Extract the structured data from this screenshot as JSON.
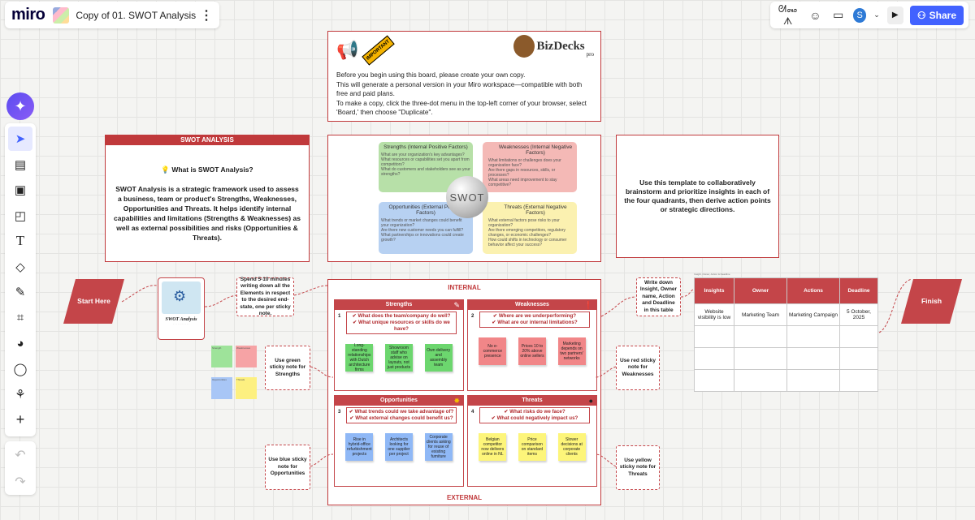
{
  "app": {
    "logo": "miro",
    "board_title": "Copy of 01. SWOT Analysis",
    "menu_icon": "⋮"
  },
  "toprightbar": {
    "reactions_label": "ᘛ꘏ᗑ",
    "share_label": "Share",
    "avatar_initial": "S"
  },
  "intro": {
    "important_label": "IMPORTANT",
    "brand": "BizDecks",
    "brand_sub": "pro",
    "lines": [
      "Before you begin using this board, please create your own copy.",
      "This will generate a personal version in your Miro workspace—compatible with both free and paid plans.",
      "To make a copy, click the three-dot menu in the top-left corner of your browser, select 'Board,' then choose \"Duplicate\"."
    ]
  },
  "swot_info": {
    "header": "SWOT ANALYSIS",
    "question": "What is SWOT Analysis?",
    "description": "SWOT Analysis is a strategic framework used to assess a business, team or product's Strengths, Weaknesses, Opportunities and Threats. It helps identify internal capabilities and limitations (Strengths & Weaknesses) as well as external possibilities and risks (Opportunities & Threats)."
  },
  "diagram": {
    "center": "SWOT",
    "strengths": {
      "title": "Strengths (Internal Positive Factors)",
      "items": [
        "What are your organization's key advantages?",
        "What resources or capabilities set you apart from competitors?",
        "What do customers and stakeholders see as your strengths?"
      ]
    },
    "weaknesses": {
      "title": "Weaknesses (Internal Negative Factors)",
      "items": [
        "What limitations or challenges does your organization face?",
        "Are there gaps in resources, skills, or processes?",
        "What areas need improvement to stay competitive?"
      ]
    },
    "opportunities": {
      "title": "Opportunities (External Positive Factors)",
      "items": [
        "What trends or market changes could benefit your organization?",
        "Are there new customer needs you can fulfill?",
        "What partnerships or innovations could create growth?"
      ]
    },
    "threats": {
      "title": "Threats (External Negative Factors)",
      "items": [
        "What external factors pose risks to your organization?",
        "Are there emerging competitors, regulatory changes, or economic challenges?",
        "How could shifts in technology or consumer behavior affect your success?"
      ]
    }
  },
  "usage_note": "Use this template to collaboratively brainstorm and prioritize insights in each of the four quadrants, then derive action points or strategic directions.",
  "flow": {
    "start": "Start Here",
    "finish": "Finish",
    "thumb_caption": "SWOT Analysis",
    "spend_note": "Spend 5-10 minutes writing down all the Elements in respect to the desired end-state, one per sticky note.",
    "green_note": "Use green sticky note for Strengths",
    "red_note": "Use red sticky note for Weaknesses",
    "blue_note": "Use blue sticky note for Opportunities",
    "yellow_note": "Use yellow sticky note for Threats",
    "table_note": "Write down Insight, Owner name, Action and Deadline in this table"
  },
  "legend": {
    "strength": "Strength",
    "weaknesses": "Weaknesses",
    "opportunities": "Opportunities",
    "threats": "Threats"
  },
  "board": {
    "internal": "INTERNAL",
    "external": "EXTERNAL",
    "strengths": {
      "title": "Strengths",
      "num": "1",
      "q1": "✔ What does the team/company do well?",
      "q2": "✔ What unique resources or skills do we have?",
      "stickies": [
        "Long-standing relationships with Dutch architecture firms",
        "Showroom staff who advise on layouts, not just products",
        "Own delivery and assembly team"
      ]
    },
    "weaknesses": {
      "title": "Weaknesses",
      "num": "2",
      "q1": "✔ Where are we underperforming?",
      "q2": "✔ What are our internal limitations?",
      "stickies": [
        "No e-commerce presence",
        "Prices 10 to 20% above online sellers",
        "Marketing depends on two partners' networks"
      ]
    },
    "opportunities": {
      "title": "Opportunities",
      "num": "3",
      "q1": "✔ What trends could we take advantage of?",
      "q2": "✔ What external changes could benefit us?",
      "stickies": [
        "Rise in hybrid-office refurbishment projects",
        "Architects looking for one supplier per project",
        "Corporate clients asking for reuse of existing furniture"
      ]
    },
    "threats": {
      "title": "Threats",
      "num": "4",
      "q1": "✔ What risks do we face?",
      "q2": "✔ What could negatively impact us?",
      "stickies": [
        "Belgian competitor now delivers online in NL",
        "Price comparison on standard items",
        "Slower decisions at corporate clients"
      ]
    }
  },
  "action_table": {
    "caption": "Insight, Owner, Action & Deadline",
    "headers": [
      "Insights",
      "Owner",
      "Actions",
      "Deadline"
    ],
    "rows": [
      [
        "Website visibility is low",
        "Marketing Team",
        "Marketing Campaign",
        "5 October, 2025"
      ],
      [
        "",
        "",
        "",
        ""
      ],
      [
        "",
        "",
        "",
        ""
      ],
      [
        "",
        "",
        "",
        ""
      ]
    ]
  },
  "colors": {
    "brand_red": "#c0393b",
    "share_blue": "#4262ff",
    "sticky_green": "#6cd66e",
    "sticky_red": "#f18688",
    "sticky_blue": "#8fb8f6",
    "sticky_yellow": "#fdf57a"
  }
}
